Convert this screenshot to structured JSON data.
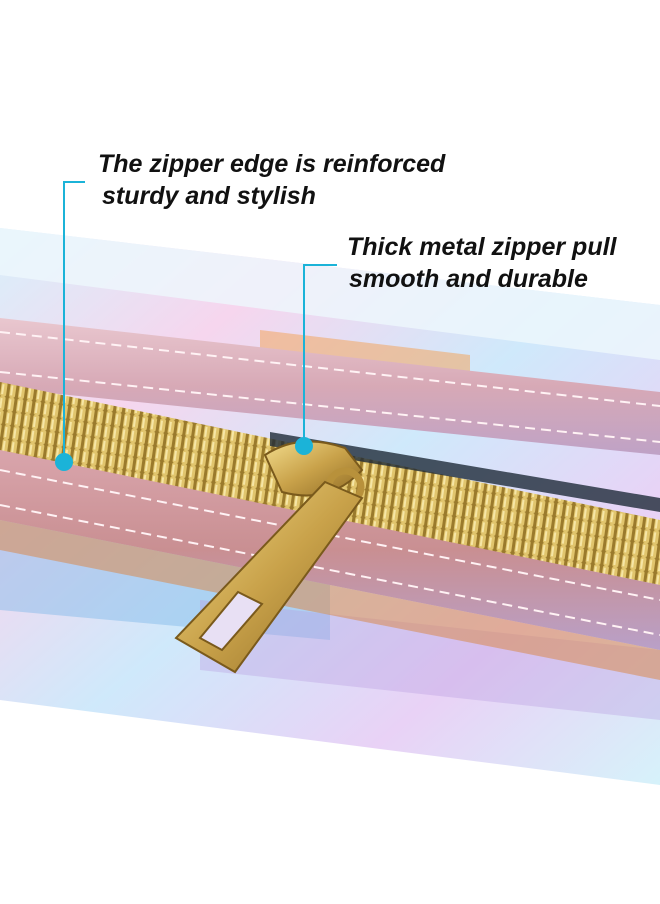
{
  "callouts": [
    {
      "line1": "The zipper edge is reinforced",
      "line2": "sturdy and stylish"
    },
    {
      "line1": "Thick metal zipper pull",
      "line2": "smooth and durable"
    }
  ],
  "colors": {
    "leader_line": "#1bb3d8",
    "zipper_gold": "#c9a94a",
    "text": "#111111",
    "background": "#ffffff"
  }
}
